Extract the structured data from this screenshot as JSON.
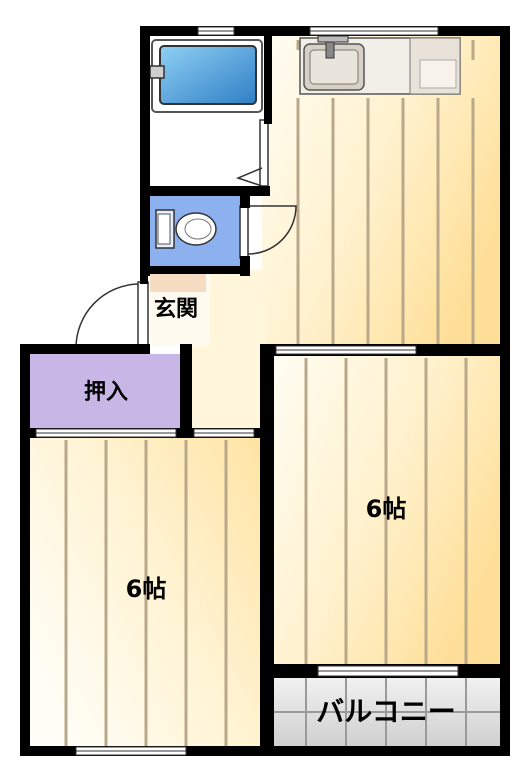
{
  "rooms": {
    "entrance": "玄関",
    "closet": "押入",
    "room_left": "6帖",
    "room_right": "6帖",
    "balcony": "バルコニー"
  },
  "colors": {
    "wall": "#000000",
    "floor_wood_light": "#fffdf3",
    "floor_wood_dark": "#ffe2a0",
    "closet": "#c8b6e6",
    "toilet_room": "#8db0ef",
    "tub": "#3a8ed0",
    "balcony": "#d8d8d8"
  }
}
